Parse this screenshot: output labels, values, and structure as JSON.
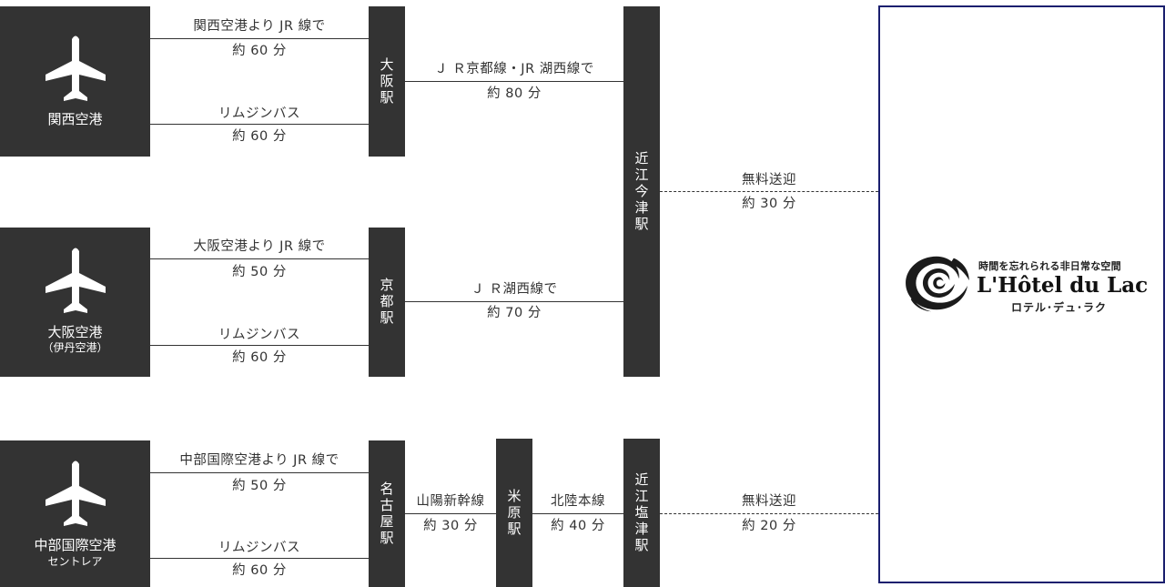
{
  "airports": [
    {
      "name": "関西空港",
      "sub": ""
    },
    {
      "name": "大阪空港",
      "sub": "（伊丹空港）"
    },
    {
      "name": "中部国際空港",
      "sub": "セントレア"
    }
  ],
  "stations": {
    "osaka": "大阪駅",
    "kyoto": "京都駅",
    "nagoya": "名古屋駅",
    "maibara": "米原駅",
    "omi_imazu": "近江今津駅",
    "omi_shiotsu": "近江塩津駅"
  },
  "routes": {
    "kansai_jr": {
      "line": "関西空港より JR 線で",
      "time": "約 60 分"
    },
    "kansai_bus": {
      "line": "リムジンバス",
      "time": "約 60 分"
    },
    "osaka_to_imazu": {
      "line": "Ｊ Ｒ京都線・JR 湖西線で",
      "time": "約 80 分"
    },
    "itami_jr": {
      "line": "大阪空港より JR 線で",
      "time": "約 50 分"
    },
    "itami_bus": {
      "line": "リムジンバス",
      "time": "約 60 分"
    },
    "kyoto_to_imazu": {
      "line": "Ｊ Ｒ湖西線で",
      "time": "約 70 分"
    },
    "chubu_jr": {
      "line": "中部国際空港より JR 線で",
      "time": "約 50 分"
    },
    "chubu_bus": {
      "line": "リムジンバス",
      "time": "約 60 分"
    },
    "nagoya_to_maibara": {
      "line": "山陽新幹線",
      "time": "約 30 分"
    },
    "maibara_to_shiotsu": {
      "line": "北陸本線",
      "time": "約 40 分"
    },
    "imazu_shuttle": {
      "line": "無料送迎",
      "time": "約 30 分"
    },
    "shiotsu_shuttle": {
      "line": "無料送迎",
      "time": "約 20 分"
    }
  },
  "hotel": {
    "tagline": "時間を忘れられる非日常な空間",
    "name": "L'Hôtel du Lac",
    "kana": "ロテル･デュ･ラク"
  },
  "colors": {
    "box": "#333333",
    "hotel_border": "#1a1f6e",
    "text": "#333333"
  },
  "icons": {
    "airport": "airplane-icon",
    "logo": "swirl-logo-icon"
  }
}
